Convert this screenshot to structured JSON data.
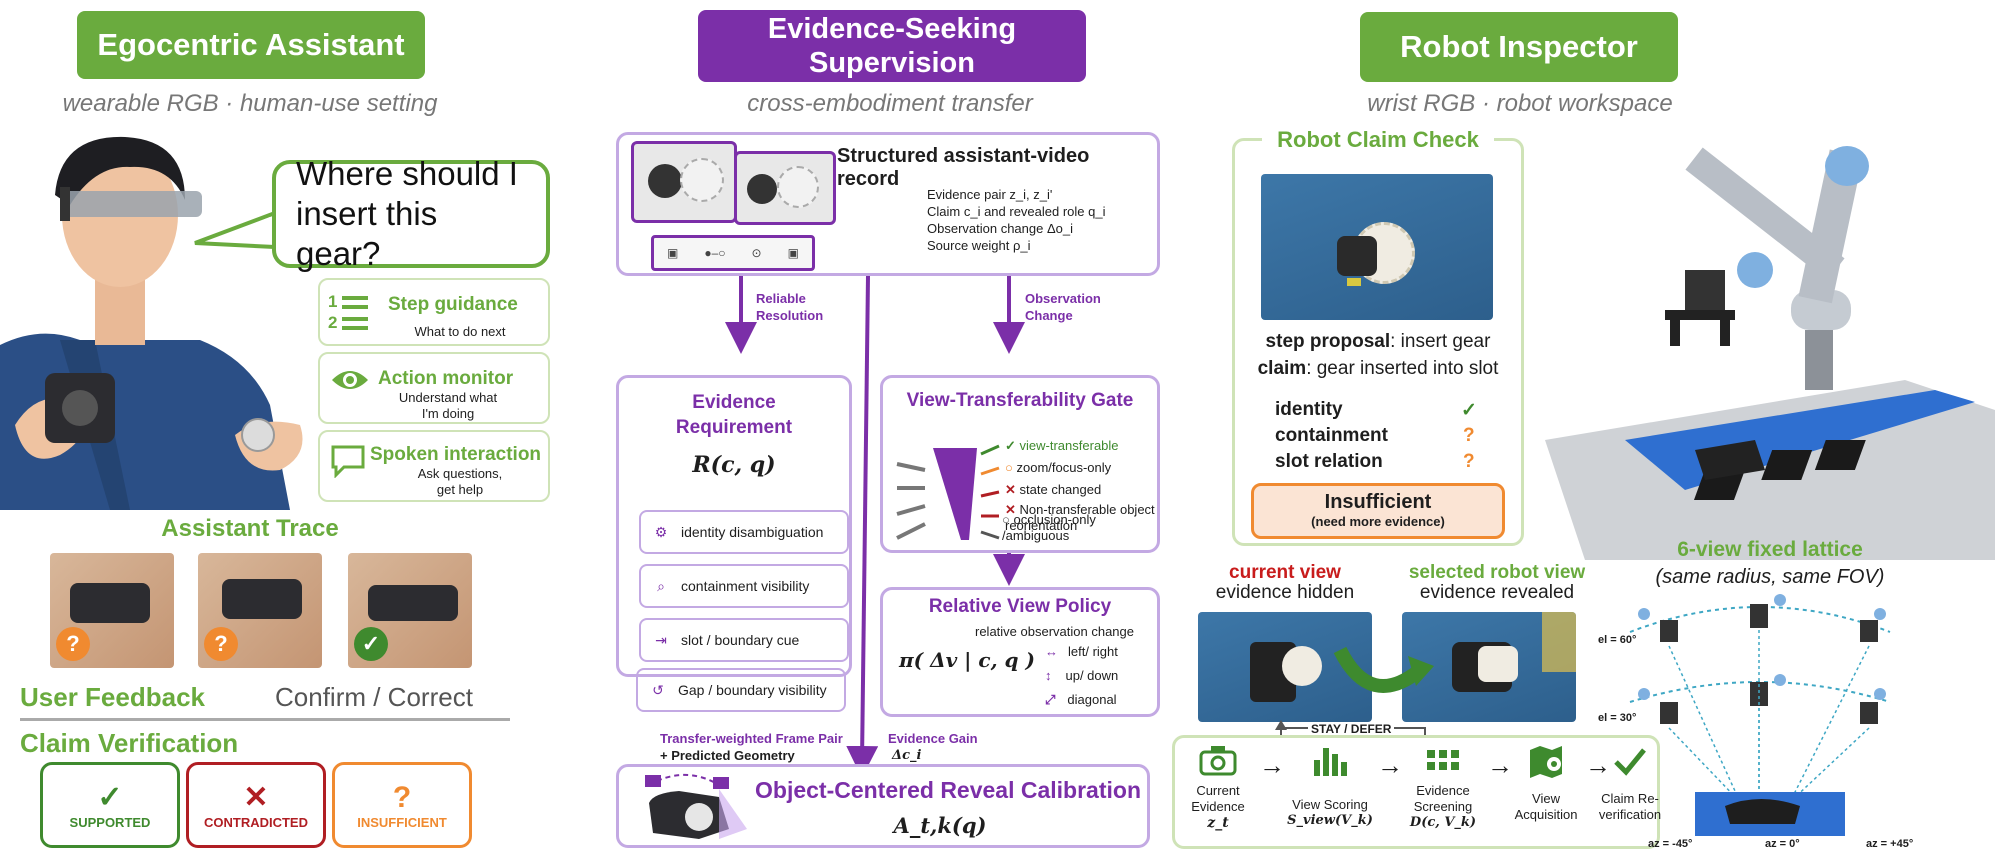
{
  "left": {
    "header": "Egocentric Assistant",
    "subtitle": "wearable RGB · human-use setting",
    "bubble": "Where should I insert this gear?",
    "cards": [
      {
        "title": "Step guidance",
        "desc": "What to do next",
        "icon": "list-icon"
      },
      {
        "title": "Action monitor",
        "desc": "Understand what I'm doing",
        "icon": "eye-icon"
      },
      {
        "title": "Spoken interaction",
        "desc": "Ask questions, get help",
        "icon": "speech-icon"
      }
    ],
    "trace_title": "Assistant Trace",
    "trace_marks": [
      "?",
      "?",
      "✓"
    ],
    "user_feedback": "User Feedback",
    "confirm_correct": "Confirm / Correct",
    "claim_verification": "Claim Verification",
    "verdicts": [
      {
        "symbol": "✓",
        "label": "SUPPORTED",
        "color": "#3f8a2e"
      },
      {
        "symbol": "✕",
        "label": "CONTRADICTED",
        "color": "#b01e23"
      },
      {
        "symbol": "?",
        "label": "INSUFFICIENT",
        "color": "#f08a30"
      }
    ]
  },
  "middle": {
    "header": "Evidence-Seeking Supervision",
    "subtitle": "cross-embodiment transfer",
    "record_title": "Structured assistant-video record",
    "record_lines": [
      "Evidence pair z_i, z_i'",
      "Claim c_i and revealed role q_i",
      "Observation change Δo_i",
      "Source weight ρ_i"
    ],
    "arrow_left": "Reliable Resolution",
    "arrow_right": "Observation Change",
    "req_title": "Evidence Requirement",
    "req_formula": "R(c, q)",
    "req_items": [
      {
        "label": "identity disambiguation",
        "icon": "gear-icon"
      },
      {
        "label": "containment visibility",
        "icon": "lens-icon"
      },
      {
        "label": "slot / boundary cue",
        "icon": "enter-icon"
      },
      {
        "label": "Gap / boundary visibility",
        "icon": "history-icon"
      }
    ],
    "gate_title": "View-Transferability Gate",
    "gate_items": [
      {
        "symbol": "✓",
        "label": "view-transferable",
        "color": "#3f8a2e"
      },
      {
        "symbol": "○",
        "label": "zoom/focus-only",
        "color": "#f08a30"
      },
      {
        "symbol": "✕",
        "label": "state changed",
        "color": "#b01e23"
      },
      {
        "symbol": "✕",
        "label": "Non-transferable object reorientation",
        "color": "#b01e23"
      },
      {
        "symbol": "○",
        "label": "occlusion-only /ambiguous",
        "color": "#555555"
      }
    ],
    "policy_title": "Relative View Policy",
    "policy_sub": "relative observation change",
    "policy_formula": "π( Δv | c, q )",
    "policy_items": [
      {
        "symbol": "↔",
        "label": "left/ right"
      },
      {
        "symbol": "↕",
        "label": "up/ down"
      },
      {
        "symbol": "⤢",
        "label": "diagonal"
      }
    ],
    "transfer_label": "Transfer-weighted Frame Pair",
    "predicted_geometry": "+ Predicted Geometry",
    "evidence_gain": "Evidence Gain",
    "evidence_gain_sym": "Δc_i",
    "calib_title": "Object-Centered Reveal Calibration",
    "calib_formula": "A_t,k(q)"
  },
  "right": {
    "header": "Robot Inspector",
    "subtitle": "wrist RGB · robot workspace",
    "claim_check_title": "Robot Claim Check",
    "step_proposal_label": "step proposal",
    "step_proposal_value": ": insert gear",
    "claim_label": "claim",
    "claim_value": ": gear inserted into slot",
    "checks": [
      {
        "label": "identity",
        "mark": "✓",
        "color": "#3f8a2e"
      },
      {
        "label": "containment",
        "mark": "?",
        "color": "#f08a30"
      },
      {
        "label": "slot relation",
        "mark": "?",
        "color": "#f08a30"
      }
    ],
    "insufficient": "Insufficient",
    "need_more": "(need more evidence)",
    "current_view": "current view",
    "evidence_hidden": "evidence hidden",
    "selected_view": "selected robot view",
    "evidence_revealed": "evidence revealed",
    "stay_defer": "STAY / DEFER",
    "lattice_title": "6-view fixed lattice",
    "lattice_sub": "(same radius, same FOV)",
    "el_labels": [
      "el = 60°",
      "el = 30°"
    ],
    "az_labels": [
      "az = -45°",
      "az = 0°",
      "az = +45°"
    ],
    "pipeline": [
      {
        "title": "Current Evidence",
        "sym": "z_t",
        "icon": "camera-icon"
      },
      {
        "title": "View Scoring",
        "sym": "S_view(V_k)",
        "icon": "bar-chart-icon"
      },
      {
        "title": "Evidence Screening",
        "sym": "D(c, V_k)",
        "icon": "dots-grid-icon"
      },
      {
        "title": "View Acquisition",
        "sym": "",
        "icon": "map-pin-icon"
      },
      {
        "title": "Claim Re-verification",
        "sym": "",
        "icon": "check-icon"
      }
    ]
  }
}
